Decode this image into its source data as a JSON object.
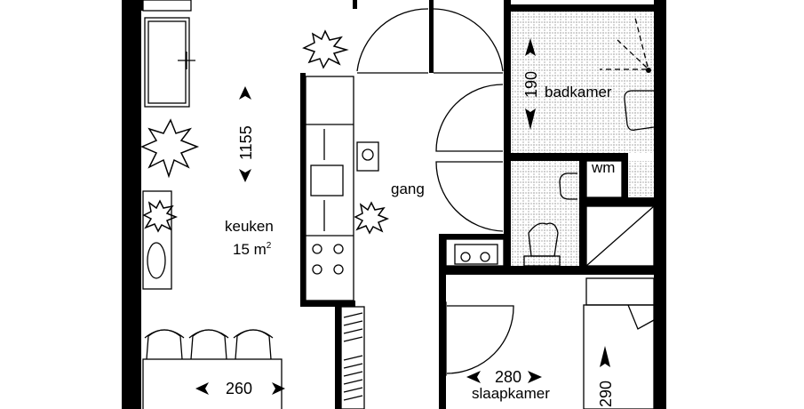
{
  "rooms": {
    "keuken": {
      "name": "keuken",
      "area": "15 m",
      "area_sup": "2"
    },
    "gang": {
      "name": "gang"
    },
    "badkamer": {
      "name": "badkamer"
    },
    "wm": {
      "name": "wm"
    },
    "slaapkamer": {
      "name": "slaapkamer"
    }
  },
  "dimensions": {
    "keuken_length": "1155",
    "keuken_width": "260",
    "badkamer_length": "190",
    "slaapkamer_width": "280",
    "slaapkamer_length": "290"
  }
}
